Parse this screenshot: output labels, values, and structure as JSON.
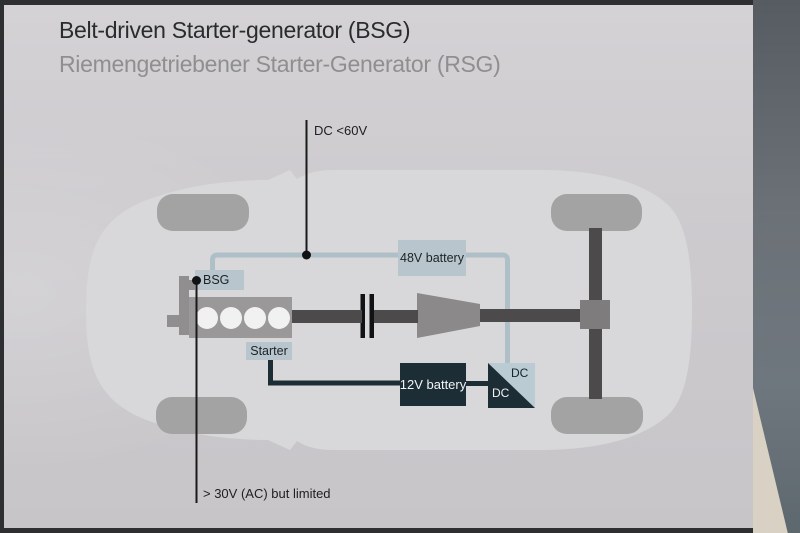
{
  "slide": {
    "title": "Belt-driven Starter-generator (BSG)",
    "subtitle": "Riemengetriebener Starter-Generator (RSG)"
  },
  "diagram": {
    "annotations": {
      "dc_voltage": "DC <60V",
      "ac_voltage": "> 30V (AC) but limited"
    },
    "components": {
      "bsg": {
        "label": "BSG"
      },
      "starter": {
        "label": "Starter"
      },
      "battery_48v": {
        "label": "48V battery"
      },
      "battery_12v": {
        "label": "12V battery"
      },
      "dcdc_converter": {
        "high_side_label": "DC",
        "low_side_label": "DC"
      }
    },
    "colors": {
      "label_box_blue": "#b9c5cc",
      "wire_48v_blue": "#aebfc8",
      "dark_teal": "#1d2d35",
      "car_body": "#d8d7d9",
      "wheel_gray": "#a4a3a4",
      "engine_gray": "#9a9899",
      "shaft_gray": "#4c4a4b",
      "annotation_line": "#1a1a1a"
    }
  }
}
